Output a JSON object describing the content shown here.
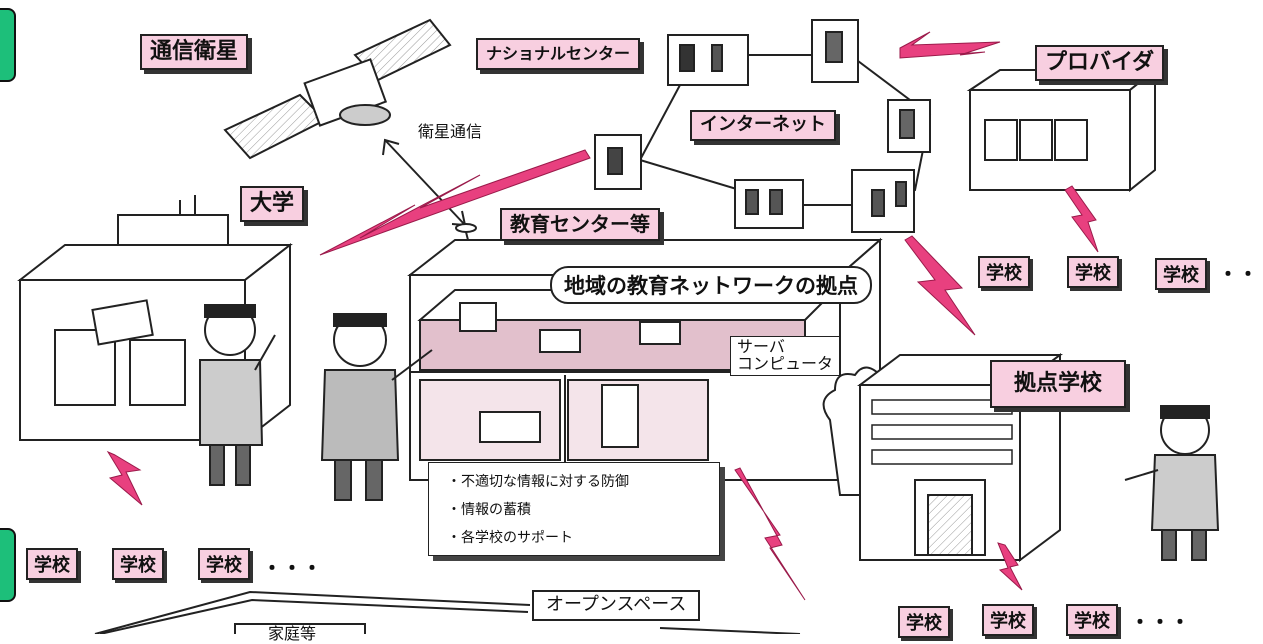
{
  "labels": {
    "satellite": "通信衛星",
    "satellite_comm": "衛星通信",
    "national_center": "ナショナルセンター",
    "internet": "インターネット",
    "provider": "プロバイダ",
    "university": "大学",
    "education_center": "教育センター等",
    "regional_hub": "地域の教育ネットワークの拠点",
    "server": "サーバ\nコンピュータ",
    "hub_school": "拠点学校",
    "open_space": "オープンスペース",
    "bottom_cut": "家庭等"
  },
  "info_list": [
    "・不適切な情報に対する防御",
    "・情報の蓄積",
    "・各学校のサポート"
  ],
  "school_label": "学校",
  "ellipsis": "・・・",
  "colors": {
    "label_bg": "#f8cfe0",
    "lightning": "#e8407f",
    "floor": "#e2c0cc",
    "tab": "#1dbf7a"
  }
}
